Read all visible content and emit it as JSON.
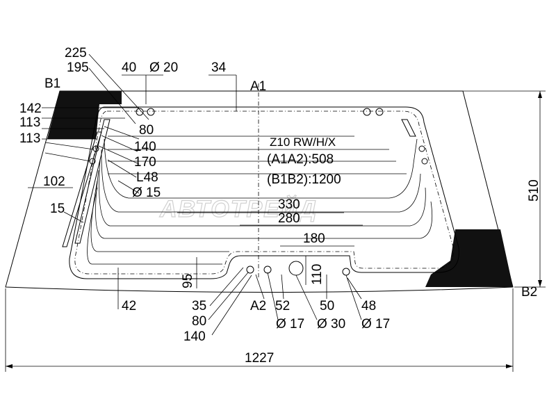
{
  "model": "Z10 RW/H/X",
  "a1a2": "(A1A2):508",
  "b1b2": "(B1B2):1200",
  "watermark": "АВТОТРЕЙД",
  "points": {
    "a1": "A1",
    "a2": "A2",
    "b1": "B1",
    "b2": "B2"
  },
  "dims": {
    "d225": "225",
    "d195": "195",
    "d40": "40",
    "dia20": "Ø 20",
    "d34": "34",
    "d142": "142",
    "d113a": "113",
    "d113b": "113",
    "d102": "102",
    "d15": "15",
    "d80": "80",
    "d140": "140",
    "d170": "170",
    "l48": "L48",
    "dia15": "Ø 15",
    "d330": "330",
    "d280": "280",
    "d180": "180",
    "d110": "110",
    "d95": "95",
    "d42": "42",
    "d35": "35",
    "d80b": "80",
    "d140b": "140",
    "d52": "52",
    "d50": "50",
    "d48": "48",
    "dia17a": "Ø 17",
    "dia30": "Ø 30",
    "dia17b": "Ø 17",
    "d510": "510",
    "d1227": "1227"
  }
}
